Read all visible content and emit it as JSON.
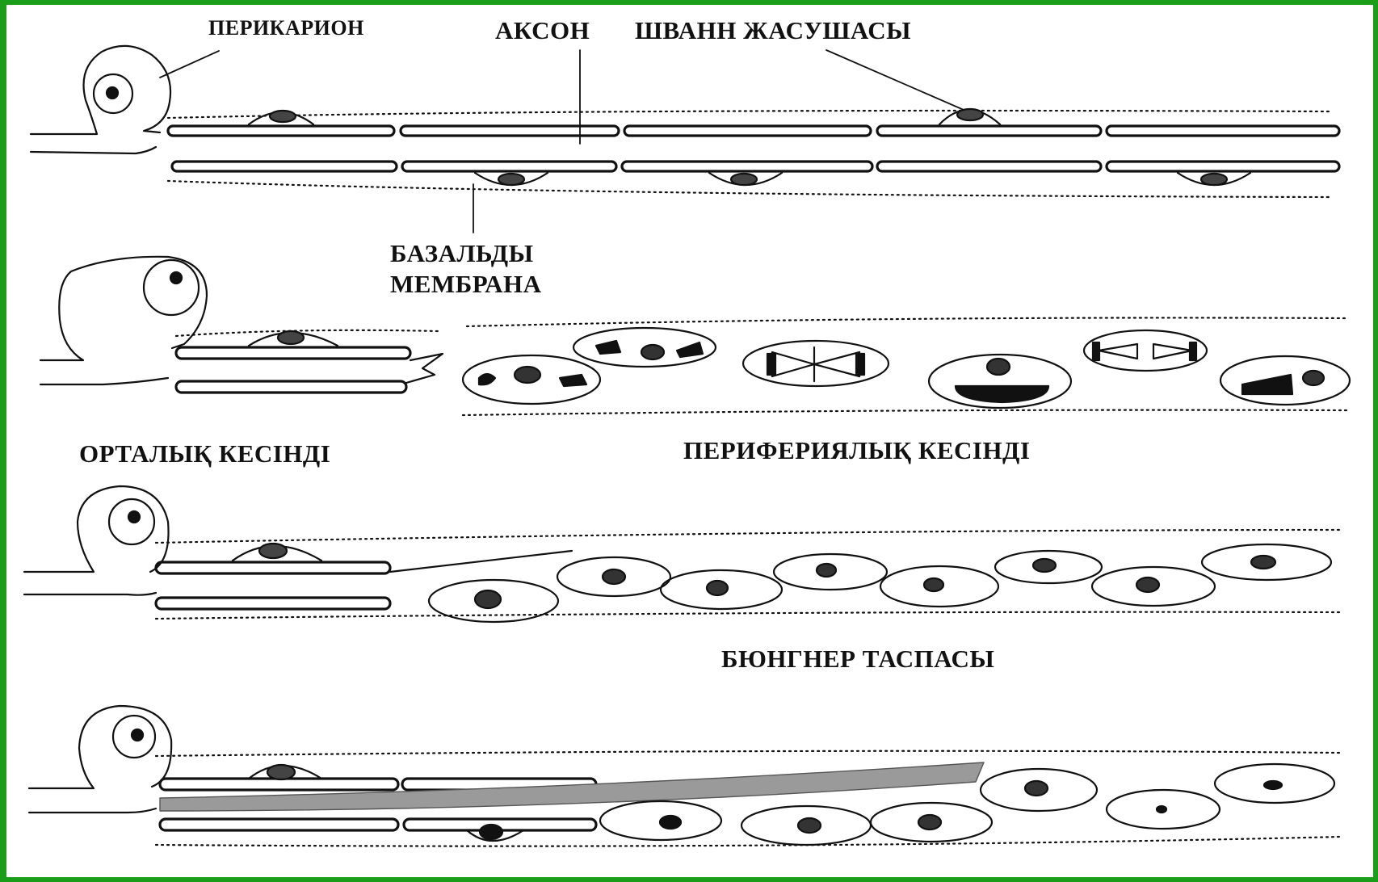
{
  "frame_color": "#1a9e1a",
  "labels": {
    "perikaryon": "ПЕРИКАРИОН",
    "axon": "АКСОН",
    "schwann_cell": "ШВАНН ЖАСУШАСЫ",
    "basal_membrane_line1": "БАЗАЛЬДЫ",
    "basal_membrane_line2": "МЕМБРАНА",
    "central_segment": "ОРТАЛЫҚ КЕСІНДІ",
    "peripheral_segment": "ПЕРИФЕРИЯЛЫҚ КЕСІНДІ",
    "bungner_band": "БЮНГНЕР ТАСПАСЫ"
  }
}
